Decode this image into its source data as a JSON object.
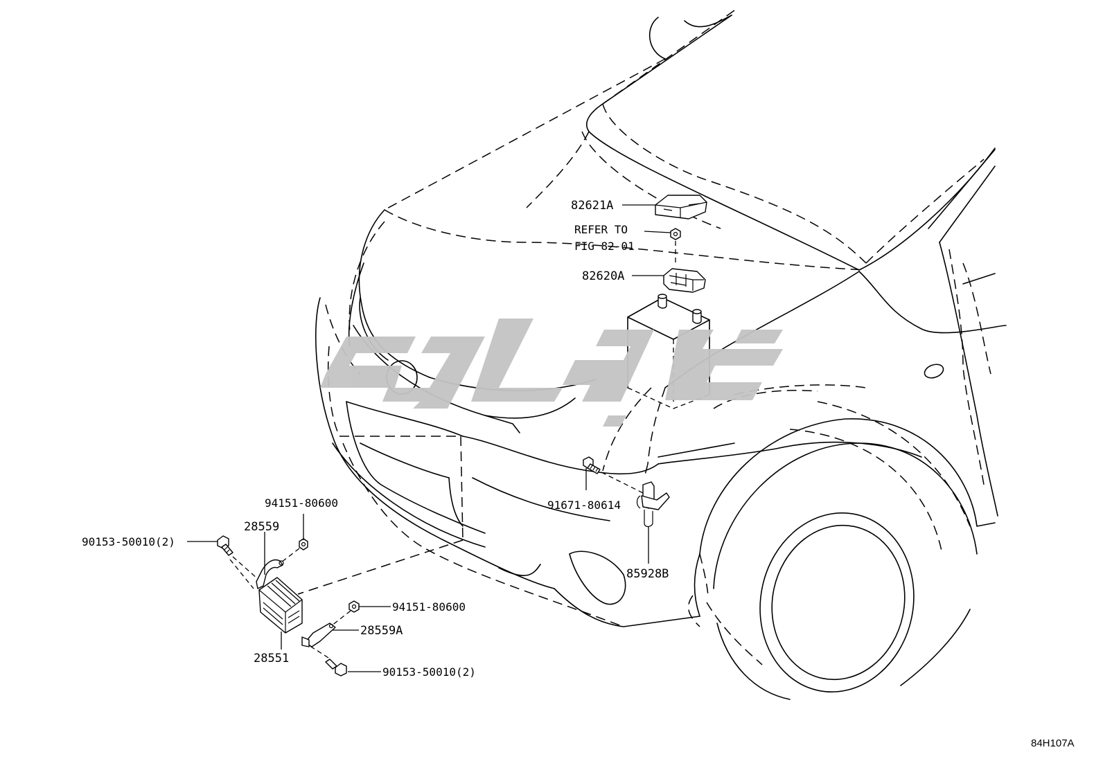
{
  "diagram": {
    "figure_code": "84H107A",
    "watermark_text": "ﭼﯿﻠﺪ",
    "parts": [
      {
        "id": "p82621A",
        "label": "82621A"
      },
      {
        "id": "pRefer",
        "label_lines": [
          "REFER TO",
          "FIG 82-01"
        ]
      },
      {
        "id": "p82620A",
        "label": "82620A"
      },
      {
        "id": "p91671",
        "label": "91671-80614"
      },
      {
        "id": "p85928B",
        "label": "85928B"
      },
      {
        "id": "p94151a",
        "label": "94151-80600"
      },
      {
        "id": "p28559",
        "label": "28559"
      },
      {
        "id": "p90153a",
        "label": "90153-50010(2)"
      },
      {
        "id": "p94151b",
        "label": "94151-80600"
      },
      {
        "id": "p28559A",
        "label": "28559A"
      },
      {
        "id": "p28551",
        "label": "28551"
      },
      {
        "id": "p90153b",
        "label": "90153-50010(2)"
      }
    ]
  }
}
